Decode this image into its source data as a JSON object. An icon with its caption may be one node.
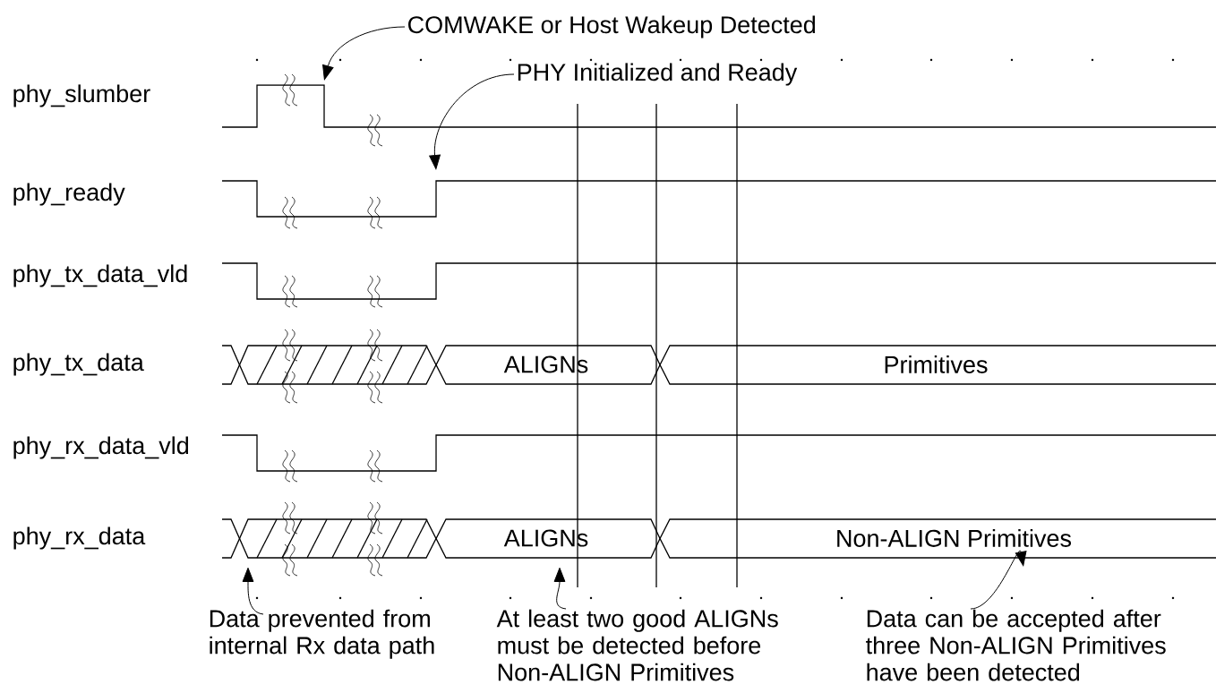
{
  "diagram": {
    "nodes": [
      {
        "text": [
          "COMWAKE or Host Wakeup Detected"
        ]
      },
      {
        "text": [
          "PHY Initialized and Ready"
        ]
      },
      {
        "text": [
          "ALIGNs"
        ]
      },
      {
        "text": [
          "Primitives"
        ]
      },
      {
        "text": [
          "ALIGNs"
        ]
      },
      {
        "text": [
          "Non-ALIGN Primitives"
        ]
      },
      {
        "text": [
          "Data prevented from internal Rx data path"
        ]
      },
      {
        "text": [
          "At least two good ALIGNs must be detected before Non-ALIGN Primitives"
        ]
      },
      {
        "text": [
          "Data can be accepted after three Non-ALIGN Primitives have been detected"
        ]
      }
    ],
    "edges": [
      {
        "from": 0,
        "to": null,
        "arrow": "to"
      },
      {
        "from": 1,
        "to": null,
        "arrow": "to"
      },
      {
        "from": 6,
        "to": null,
        "arrow": "to"
      },
      {
        "from": 7,
        "to": 4,
        "arrow": "to"
      },
      {
        "from": 8,
        "to": 5,
        "arrow": "to"
      }
    ],
    "labels": [
      "phy_slumber",
      "phy_ready",
      "phy_tx_data_vld",
      "phy_tx_data",
      "phy_rx_data_vld",
      "phy_rx_data"
    ]
  }
}
